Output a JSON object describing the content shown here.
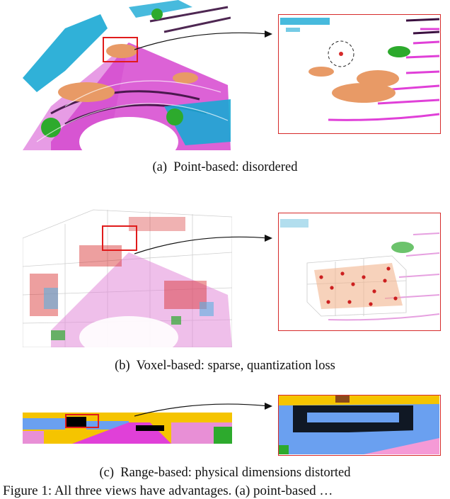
{
  "figure": {
    "panels": [
      {
        "id": "a",
        "caption": "(a)  Point-based: disordered"
      },
      {
        "id": "b",
        "caption": "(b)  Voxel-based: sparse, quantization loss"
      },
      {
        "id": "c",
        "caption": "(c)  Range-based: physical dimensions distorted"
      }
    ],
    "footer_text": "Figure 1: All three views have advantages. (a) point-based …"
  },
  "colors": {
    "magenta": "#e040d8",
    "cyan": "#19a9d4",
    "orange": "#e89a66",
    "green": "#2daa2d",
    "dark_purple": "#3b1040",
    "red_box": "#e01b1b",
    "range_blue": "#6aa0f0",
    "range_yellow": "#f5c400",
    "range_pink": "#f59ad6"
  }
}
